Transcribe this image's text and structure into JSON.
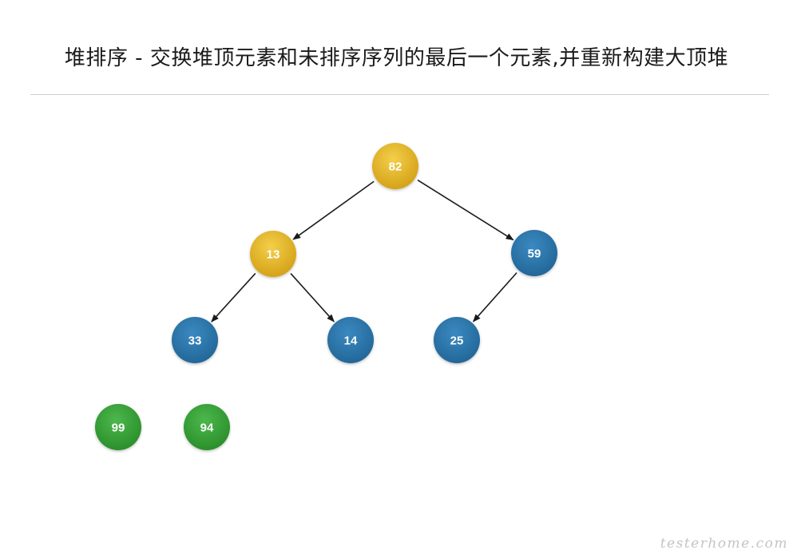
{
  "title": "堆排序 - 交换堆顶元素和未排序序列的最后一个元素,并重新构建大顶堆",
  "colors": {
    "heap_top": "#e2b428",
    "heap": "#2e78ad",
    "sorted": "#3aa53a",
    "edge": "#1a1a1a"
  },
  "tree": {
    "nodes": [
      {
        "id": "n82",
        "label": "82",
        "state": "heap_top"
      },
      {
        "id": "n13",
        "label": "13",
        "state": "heap_top"
      },
      {
        "id": "n59",
        "label": "59",
        "state": "heap"
      },
      {
        "id": "n33",
        "label": "33",
        "state": "heap"
      },
      {
        "id": "n14",
        "label": "14",
        "state": "heap"
      },
      {
        "id": "n25",
        "label": "25",
        "state": "heap"
      }
    ],
    "edges": [
      {
        "from": "n82",
        "to": "n13"
      },
      {
        "from": "n82",
        "to": "n59"
      },
      {
        "from": "n13",
        "to": "n33"
      },
      {
        "from": "n13",
        "to": "n14"
      },
      {
        "from": "n59",
        "to": "n25"
      }
    ]
  },
  "sorted": [
    {
      "id": "s99",
      "label": "99",
      "state": "sorted"
    },
    {
      "id": "s94",
      "label": "94",
      "state": "sorted"
    }
  ],
  "watermark": "testerhome.com"
}
